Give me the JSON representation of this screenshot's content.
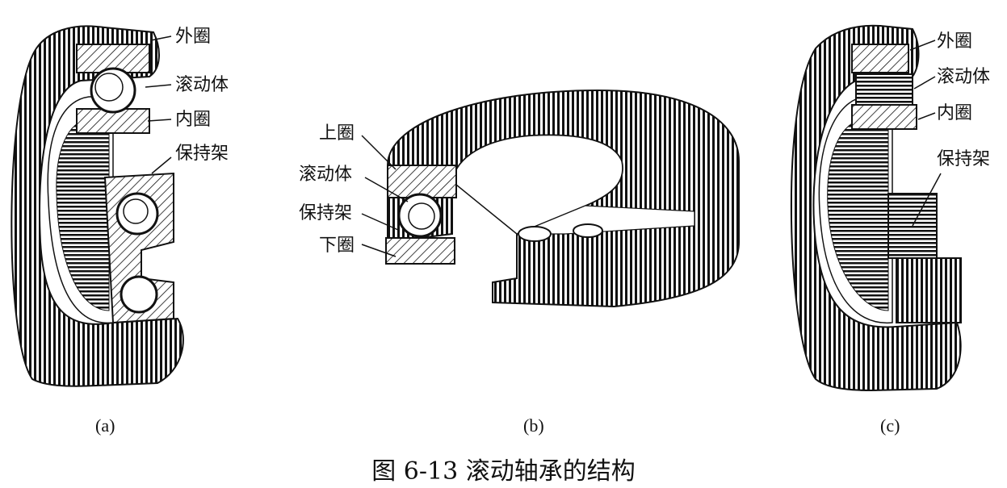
{
  "figure_a": {
    "sublabel": "(a)",
    "labels": {
      "outer_ring": "外圈",
      "rolling_element": "滚动体",
      "inner_ring": "内圈",
      "cage": "保持架"
    }
  },
  "figure_b": {
    "sublabel": "(b)",
    "labels": {
      "upper_ring": "上圈",
      "rolling_element": "滚动体",
      "cage": "保持架",
      "lower_ring": "下圈"
    }
  },
  "figure_c": {
    "sublabel": "(c)",
    "labels": {
      "outer_ring": "外圈",
      "rolling_element": "滚动体",
      "inner_ring": "内圈",
      "cage": "保持架"
    }
  },
  "caption": "图 6-13 滚动轴承的结构"
}
